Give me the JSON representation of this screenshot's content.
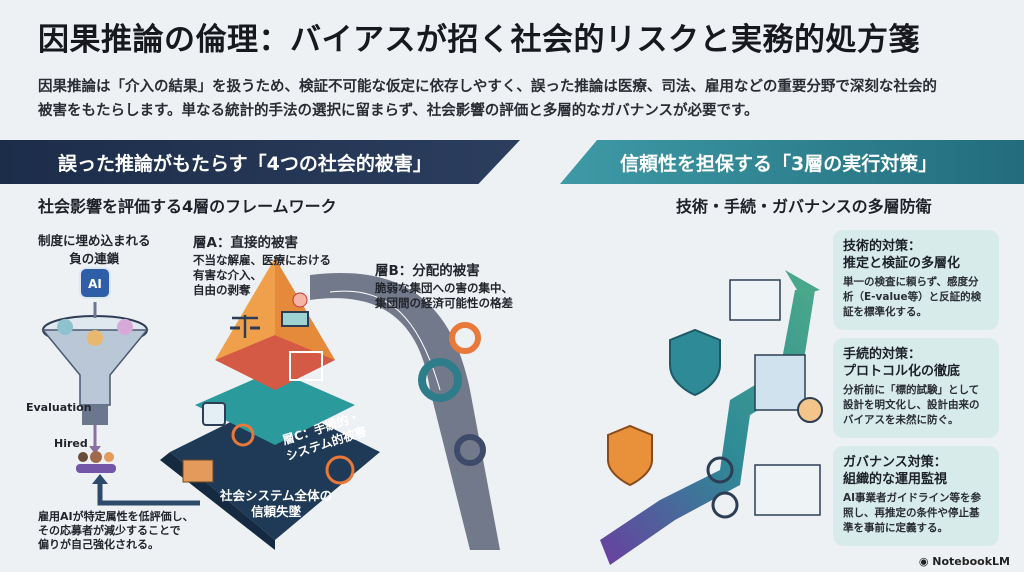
{
  "title": "因果推論の倫理：バイアスが招く社会的リスクと実務的処方箋",
  "intro": [
    "因果推論は「介入の結果」を扱うため、検証不可能な仮定に依存しやすく、誤った推論は医療、司法、雇用などの重要分野で深刻な社会的",
    "被害をもたらします。単なる統計的手法の選択に留まらず、社会影響の評価と多層的なガバナンスが必要です。"
  ],
  "left": {
    "banner": "誤った推論がもたらす「4つの社会的被害」",
    "subtitle": "社会影響を評価する4層のフレームワーク",
    "chain": {
      "title": [
        "制度に埋め込まれる",
        "負の連鎖"
      ],
      "ai": "AI",
      "evaluation": "Evaluation",
      "hired": "Hired",
      "caption": [
        "雇用AIが特定属性を低評価し、",
        "その応募者が減少することで",
        "偏りが自己強化される。"
      ]
    },
    "layerA": {
      "title": "層A：直接的被害",
      "desc": [
        "不当な解雇、医療における",
        "有害な介入、",
        "自由の剥奪"
      ]
    },
    "layerB": {
      "title": "層B：分配的被害",
      "desc": [
        "脆弱な集団への害の集中、",
        "集団間の経済可能性の格差"
      ]
    },
    "layerC": [
      "層C：手続的・",
      "システム的被害"
    ],
    "layerD": [
      "社会システム全体の",
      "信頼失墜"
    ]
  },
  "right": {
    "banner": "信頼性を担保する「3層の実行対策」",
    "subtitle": "技術・手続・ガバナンスの多層防衛",
    "cards": [
      {
        "title": [
          "技術的対策：",
          "推定と検証の多層化"
        ],
        "desc": [
          "単一の検査に頼らず、感度分",
          "析（E-value等）と反証的検",
          "証を標準化する。"
        ]
      },
      {
        "title": [
          "手続的対策：",
          "プロトコル化の徹底"
        ],
        "desc": [
          "分析前に「標的試験」として",
          "設計を明文化し、設計由来の",
          "バイアスを未然に防ぐ。"
        ]
      },
      {
        "title": [
          "ガバナンス対策：",
          "組織的な運用監視"
        ],
        "desc": [
          "AI事業者ガイドライン等を参",
          "照し、再推定の条件や停止基",
          "準を事前に定義する。"
        ]
      }
    ]
  },
  "footer": "NotebookLM",
  "colors": {
    "navy": "#1c2d4a",
    "teal": "#2e8a96",
    "orange": "#e8913a",
    "red": "#d2553f",
    "purple": "#6a3fa0"
  }
}
